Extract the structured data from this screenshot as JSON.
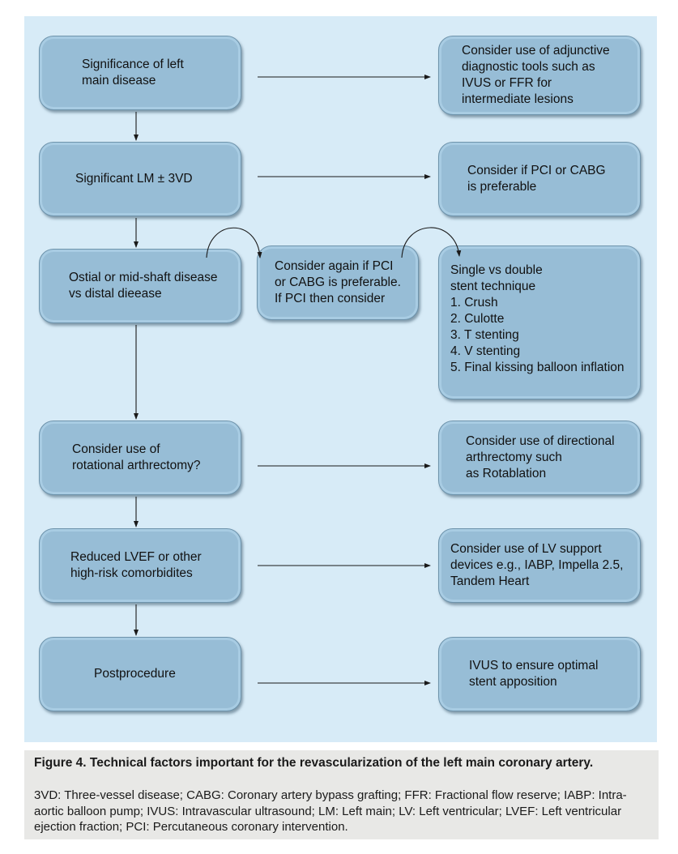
{
  "diagram": {
    "left_boxes": [
      "Significance of left\nmain disease",
      "Significant LM ± 3VD",
      "Ostial or mid-shaft disease\nvs distal dieease",
      "Consider use of\nrotational arthrectomy?",
      "Reduced LVEF or other\nhigh-risk comorbidites",
      "Postprocedure"
    ],
    "middle_box": "Consider again if PCI\nor CABG is preferable.\nIf PCI then consider",
    "right_boxes": [
      "Consider use of adjunctive\ndiagnostic tools such as\nIVUS or FFR for\nintermediate lesions",
      "Consider if PCI or CABG\nis preferable",
      "Single vs double\nstent technique\n1. Crush\n2. Culotte\n3. T stenting\n4. V stenting\n5. Final kissing balloon inflation",
      "Consider use of directional\narthrectomy such\nas Rotablation",
      "Consider use of LV support\ndevices e.g., IABP, Impella 2.5,\nTandem Heart",
      "IVUS to ensure optimal\nstent apposition"
    ]
  },
  "caption": {
    "title": "Figure 4. Technical factors important for the revascularization of the left main coronary artery.",
    "body": "3VD: Three-vessel disease; CABG: Coronary artery bypass grafting; FFR: Fractional flow reserve; IABP: Intra-aortic balloon pump; IVUS: Intravascular ultrasound; LM: Left main; LV: Left ventricular; LVEF: Left ventricular ejection fraction; PCI: Percutaneous coronary intervention."
  },
  "colors": {
    "panel_bg": "#d7ebf7",
    "box_fill": "#97bdd6",
    "caption_bg": "#e8e8e6"
  }
}
